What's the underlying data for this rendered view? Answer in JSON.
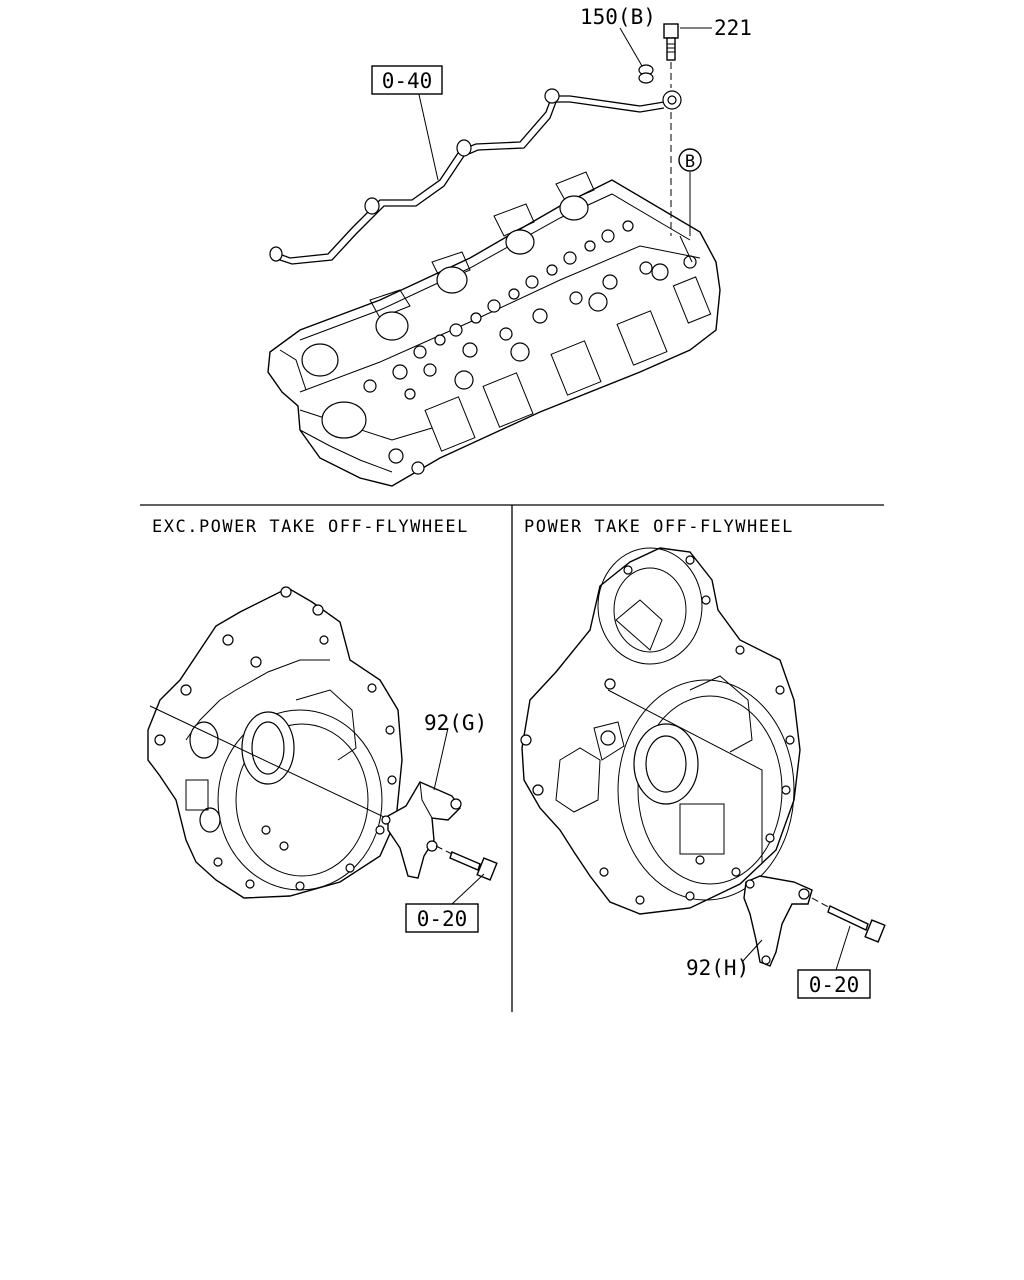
{
  "callouts": {
    "ref_150b": "150(B)",
    "ref_221": "221",
    "ref_b_circle": "B",
    "ref_0_40": "0-40",
    "ref_92g": "92(G)",
    "ref_0_20_left": "0-20",
    "ref_92h": "92(H)",
    "ref_0_20_right": "0-20"
  },
  "sections": {
    "left_title": "EXC.POWER TAKE OFF-FLYWHEEL",
    "right_title": "POWER TAKE OFF-FLYWHEEL"
  }
}
